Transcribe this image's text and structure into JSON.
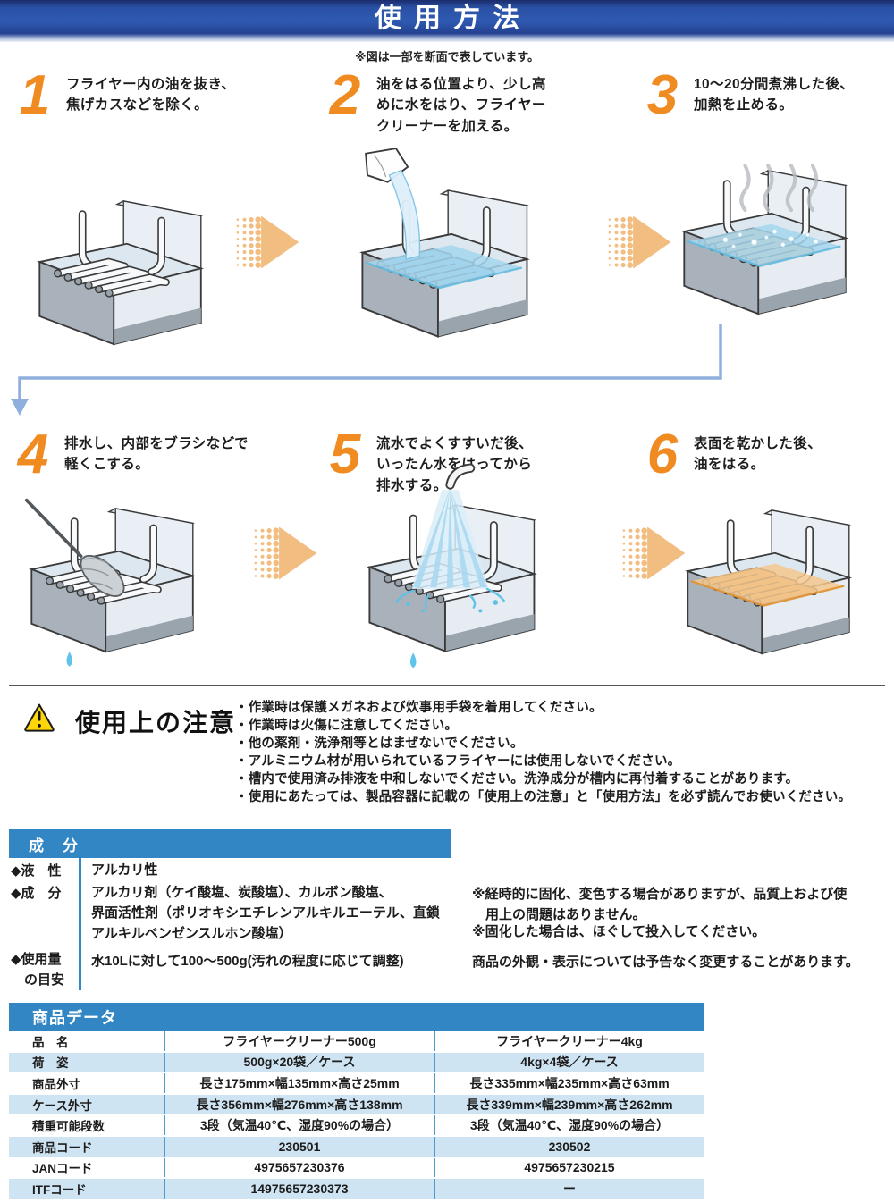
{
  "header": {
    "title": "使用方法"
  },
  "cross_section_note": "※図は一部を断面で表しています。",
  "steps": [
    {
      "number": "1",
      "text": "フライヤー内の油を抜き、\n焦げカスなどを除く。"
    },
    {
      "number": "2",
      "text": "油をはる位置より、少し高\nめに水をはり、フライヤー\nクリーナーを加える。"
    },
    {
      "number": "3",
      "text": "10～20分間煮沸した後、\n加熱を止める。"
    },
    {
      "number": "4",
      "text": "排水し、内部をブラシなどで\n軽くこする。"
    },
    {
      "number": "5",
      "text": "流水でよくすすいだ後、\nいったん水をはってから\n排水する。"
    },
    {
      "number": "6",
      "text": "表面を乾かした後、\n油をはる。"
    }
  ],
  "caution": {
    "title": "使用上の注意",
    "items": [
      "・作業時は保護メガネおよび炊事用手袋を着用してください。",
      "・作業時は火傷に注意してください。",
      "・他の薬剤・洗浄剤等とはまぜないでください。",
      "・アルミニウム材が用いられているフライヤーには使用しないでください。",
      "・槽内で使用済み排液を中和しないでください。洗浄成分が槽内に再付着することがあります。",
      "・使用にあたっては、製品容器に記載の「使用上の注意」と「使用方法」を必ず読んでお使いください。"
    ]
  },
  "ingredients": {
    "header": "成　分",
    "rows": [
      {
        "label": "◆液　性",
        "value": "アルカリ性"
      },
      {
        "label": "◆成　分",
        "value": "アルカリ剤（ケイ酸塩、炭酸塩）、カルボン酸塩、\n界面活性剤（ポリオキシエチレンアルキルエーテル、直鎖\nアルキルベンゼンスルホン酸塩）"
      },
      {
        "label": "◆使用量\n　の目安",
        "value": "水10Lに対して100～500g(汚れの程度に応じて調整)"
      }
    ],
    "side_notes": [
      "※経時的に固化、変色する場合がありますが、品質上および使\n　用上の問題はありません。",
      "※固化した場合は、ほぐして投入してください。"
    ],
    "disclaimer": "商品の外観・表示については予告なく変更することがあります。"
  },
  "product_table": {
    "header": "商品データ",
    "rows": [
      {
        "label": "品　名",
        "col1": "フライヤークリーナー500g",
        "col2": "フライヤークリーナー4kg"
      },
      {
        "label": "荷　姿",
        "col1": "500g×20袋／ケース",
        "col2": "4kg×4袋／ケース"
      },
      {
        "label": "商品外寸",
        "col1": "長さ175mm×幅135mm×高さ25mm",
        "col2": "長さ335mm×幅235mm×高さ63mm"
      },
      {
        "label": "ケース外寸",
        "col1": "長さ356mm×幅276mm×高さ138mm",
        "col2": "長さ339mm×幅239mm×高さ262mm"
      },
      {
        "label": "積重可能段数",
        "col1": "3段（気温40℃、湿度90%の場合）",
        "col2": "3段（気温40℃、湿度90%の場合）"
      },
      {
        "label": "商品コード",
        "col1": "230501",
        "col2": "230502"
      },
      {
        "label": "JANコード",
        "col1": "4975657230376",
        "col2": "4975657230215"
      },
      {
        "label": "ITFコード",
        "col1": "14975657230373",
        "col2": "ー"
      }
    ]
  },
  "colors": {
    "header_blue": "#2f5ab2",
    "section_blue": "#3186c3",
    "accent_orange": "#f08b22",
    "arrow_orange": "#f2bd80",
    "table_row_blue": "#cfe4f2",
    "water_blue": "#a5d6ee",
    "oil_orange": "#f4c88e"
  }
}
